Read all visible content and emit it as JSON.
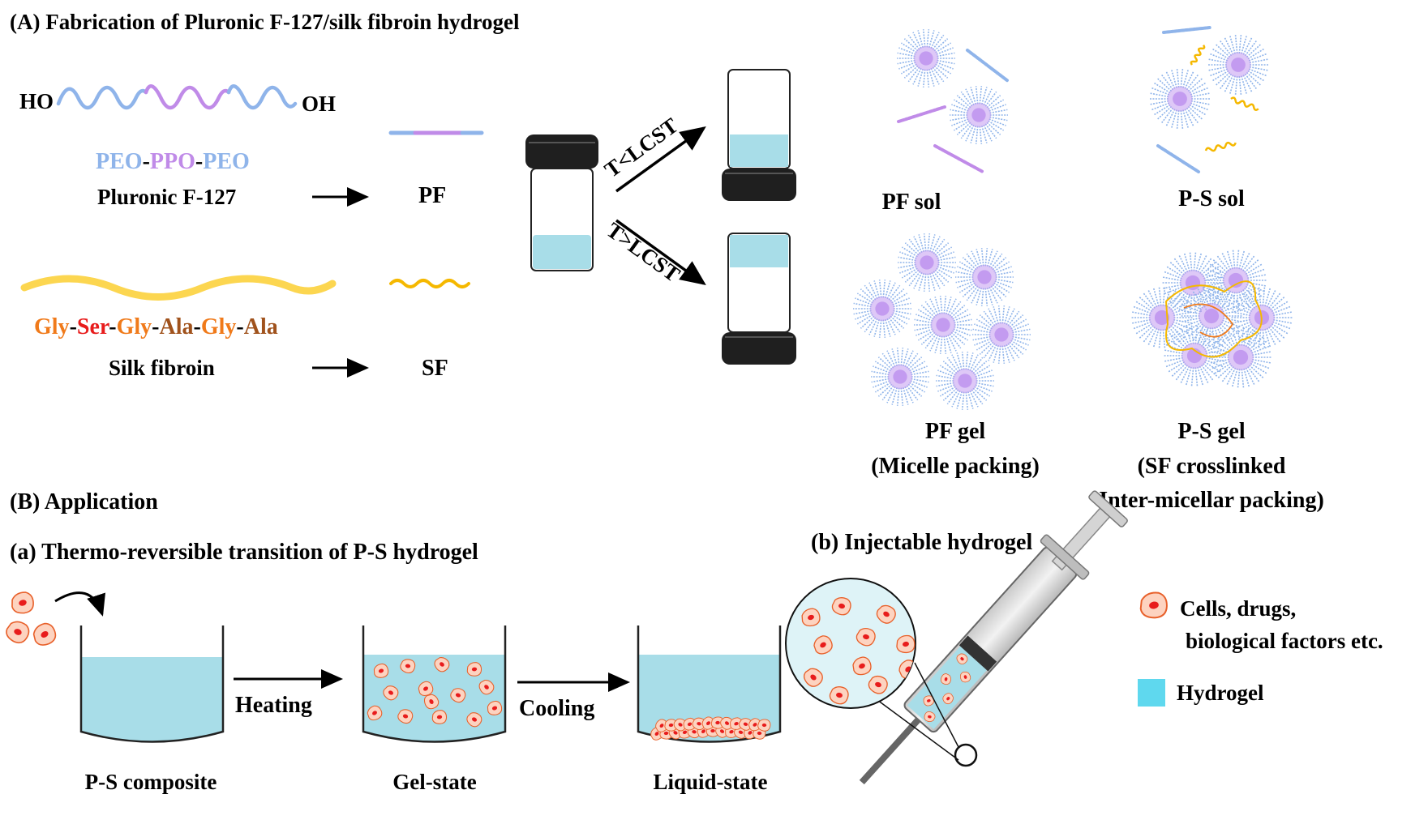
{
  "section_a": {
    "heading": "(A) Fabrication of Pluronic F-127/silk fibroin hydrogel",
    "ho": "HO",
    "oh": "OH",
    "block_peo1": "PEO",
    "dash1": "-",
    "block_ppo": "PPO",
    "dash2": "-",
    "block_peo2": "PEO",
    "pluronic_label": "Pluronic F-127",
    "pf_label": "PF",
    "sf_seq": [
      {
        "text": "Gly",
        "color": "#f07a1a"
      },
      {
        "text": "-",
        "color": "#000000"
      },
      {
        "text": "Ser",
        "color": "#e81c1c"
      },
      {
        "text": "-",
        "color": "#000000"
      },
      {
        "text": "Gly",
        "color": "#f07a1a"
      },
      {
        "text": "-",
        "color": "#000000"
      },
      {
        "text": "Ala",
        "color": "#a0521c"
      },
      {
        "text": "-",
        "color": "#000000"
      },
      {
        "text": "Gly",
        "color": "#f07a1a"
      },
      {
        "text": "-",
        "color": "#000000"
      },
      {
        "text": "Ala",
        "color": "#a0521c"
      }
    ],
    "silk_label": "Silk fibroin",
    "sf_label": "SF",
    "lower_temp": "T<LCST",
    "upper_temp": "T>LCST",
    "pf_sol": "PF sol",
    "ps_sol": "P-S sol",
    "pf_gel_line1": "PF gel",
    "pf_gel_line2": "(Micelle packing)",
    "ps_gel_line1": "P-S gel",
    "ps_gel_line2": "(SF crosslinked",
    "ps_gel_line3": "Inter-micellar packing)"
  },
  "section_b": {
    "heading": "(B) Application",
    "sub_a": "(a) Thermo-reversible transition of P-S hydrogel",
    "heating": "Heating",
    "cooling": "Cooling",
    "composite": "P-S composite",
    "gel_state": "Gel-state",
    "liquid_state": "Liquid-state",
    "sub_b": "(b) Injectable hydrogel",
    "legend_cells_1": "Cells, drugs,",
    "legend_cells_2": "biological factors etc.",
    "legend_hydrogel": "Hydrogel"
  },
  "colors": {
    "peo": "#8fb4ea",
    "ppo": "#c08be8",
    "silk": "#fcd650",
    "liquid": "#a8dde8",
    "cap": "#1f1f1f",
    "micelle_core": "#c39bf0",
    "micelle_corona": "#8fb4ea",
    "cell_body": "#fdd3c0",
    "cell_nucleus": "#e81c1c",
    "hydrogel_swatch": "#5fd8ee"
  }
}
